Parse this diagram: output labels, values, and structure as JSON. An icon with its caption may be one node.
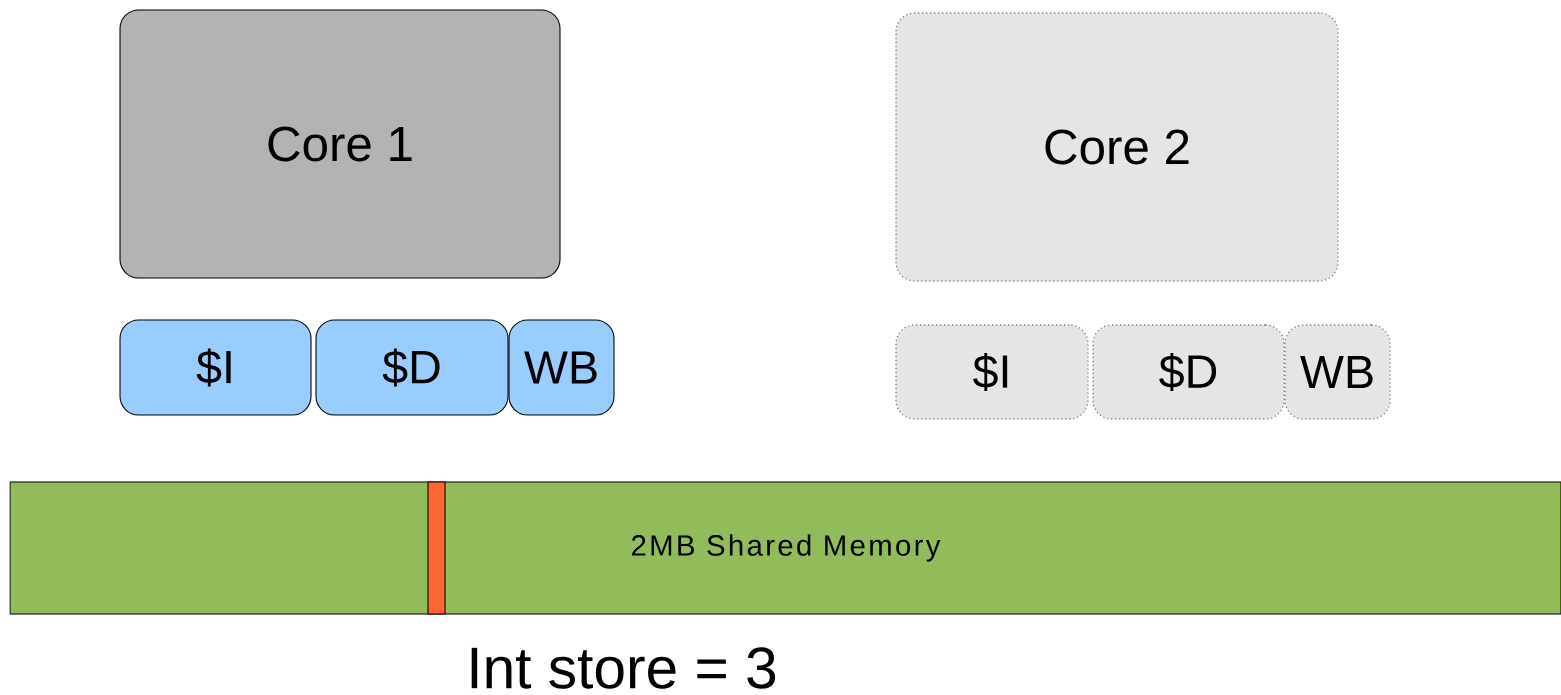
{
  "diagram": {
    "nodes": [
      {
        "text": [
          "Core 1"
        ]
      },
      {
        "text": [
          "$I"
        ]
      },
      {
        "text": [
          "$D"
        ]
      },
      {
        "text": [
          "WB"
        ]
      },
      {
        "text": [
          "Core 2"
        ]
      },
      {
        "text": [
          "$I"
        ]
      },
      {
        "text": [
          "$D"
        ]
      },
      {
        "text": [
          "WB"
        ]
      },
      {
        "text": [
          "2MB Shared Memory"
        ]
      },
      {
        "text": [],
        "shape": "bar",
        "in": 8
      }
    ],
    "edges": [],
    "labels": [
      "Int store = 3"
    ]
  }
}
